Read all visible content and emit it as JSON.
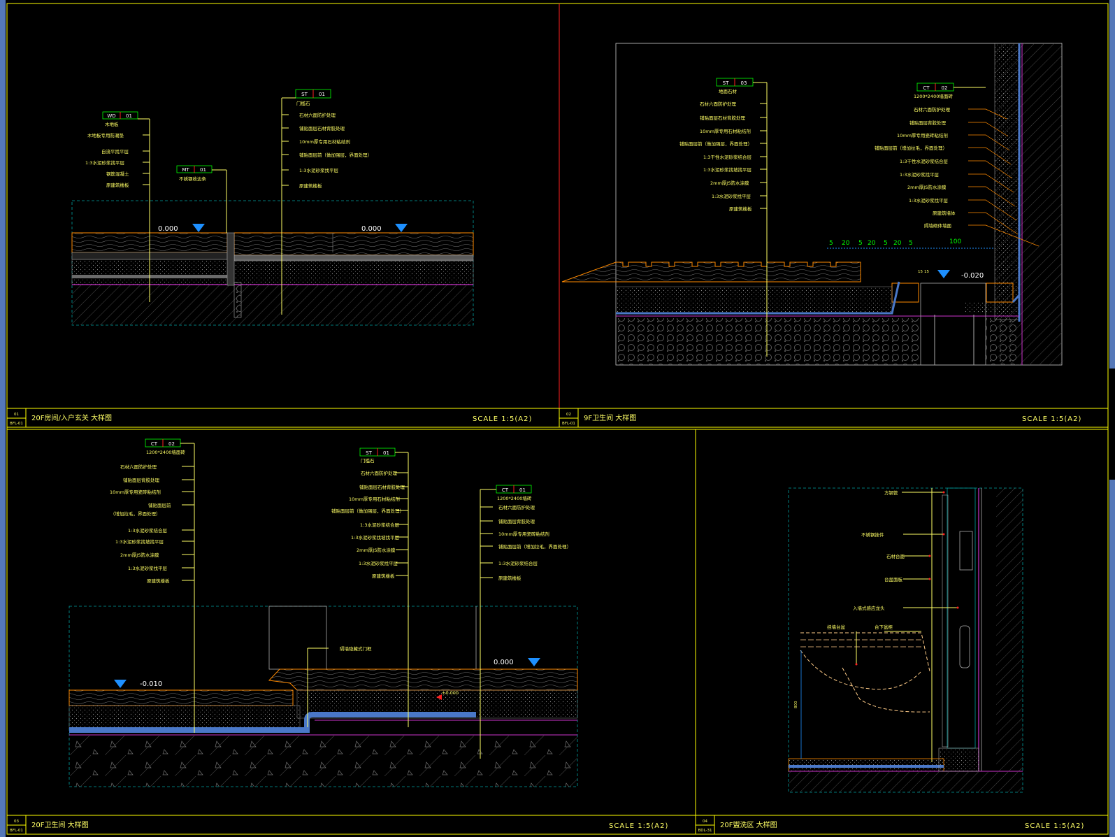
{
  "colors": {
    "frame": "#ffff00",
    "leader": "#ffff66",
    "hatch": "#8a8a8a",
    "dash": "#00a0a0",
    "orange": "#ff8a00",
    "magenta": "#cc33cc",
    "blue": "#4a78c8",
    "marker": "#1e90ff",
    "red": "#ff2020"
  },
  "panels": [
    {
      "id": "p1",
      "num": "01",
      "sheet": "BFL-01",
      "title": "20F房间/入户玄关 大样图",
      "scale": "SCALE  1:5(A2)"
    },
    {
      "id": "p2",
      "num": "02",
      "sheet": "BFL-01",
      "title": "9F卫生间 大样图",
      "scale": "SCALE  1:5(A2)"
    },
    {
      "id": "p3",
      "num": "03",
      "sheet": "BFL-01",
      "title": "20F卫生间 大样图",
      "scale": "SCALE  1:5(A2)"
    },
    {
      "id": "p4",
      "num": "04",
      "sheet": "BDL-31",
      "title": "20F盥洗区 大样图",
      "scale": "SCALE  1:5(A2)"
    }
  ],
  "p1": {
    "tag_wd": {
      "code": "WD",
      "num": "01",
      "name": "木地板"
    },
    "tag_mt": {
      "code": "MT",
      "num": "01",
      "name": "不锈钢收边条"
    },
    "tag_st": {
      "code": "ST",
      "num": "01",
      "name": "门槛石"
    },
    "left_notes": [
      "木地板专用防潮垫",
      "自流平找平层",
      "1:3水泥砂浆找平层",
      "钢筋混凝土",
      "原建筑楼板"
    ],
    "right_notes": [
      "石材六面防护处理",
      "铺贴面层石材背胶处理",
      "10mm厚专用石材粘结剂",
      "铺贴面层前（做加强层，界面处理）",
      "1:3水泥砂浆找平层",
      "原建筑楼板"
    ],
    "elev_left": "0.000",
    "elev_right": "0.000"
  },
  "p2": {
    "tag_st": {
      "code": "ST",
      "num": "03",
      "name": "地面石材"
    },
    "tag_ct": {
      "code": "CT",
      "num": "02",
      "name": "1200*2400墙面砖"
    },
    "floor_notes": [
      "石材六面防护处理",
      "铺贴面层石材背胶处理",
      "10mm厚专用石材粘结剂",
      "铺贴面层前（做加强层，界面处理）",
      "1:3干性水泥砂浆结合层",
      "1:3水泥砂浆找坡找平层",
      "2mm厚JS防水涂膜",
      "1:3水泥砂浆找平层",
      "原建筑楼板"
    ],
    "wall_notes": [
      "石材六面防护处理",
      "铺贴面层背胶处理",
      "10mm厚专用瓷砖粘结剂",
      "铺贴面层前（增加拉毛，界面处理）",
      "1:3干性水泥砂浆结合层",
      "1:3水泥砂浆找平层",
      "2mm厚JS防水涂膜",
      "1:3水泥砂浆找平层",
      "原建筑墙体",
      "隔墙砌体墙面"
    ],
    "dims": [
      "5",
      "20",
      "5",
      "20",
      "5",
      "20",
      "5",
      "100"
    ],
    "dim_side": [
      "15",
      "15"
    ],
    "elev": "-0.020"
  },
  "p3": {
    "tag_ct2": {
      "code": "CT",
      "num": "02",
      "name": "1200*2400墙面砖"
    },
    "tag_st": {
      "code": "ST",
      "num": "01",
      "name": "门槛石"
    },
    "tag_ct1": {
      "code": "CT",
      "num": "01",
      "name": "1200*2400墙砖"
    },
    "notes_a": [
      "石材六面防护处理",
      "铺贴面层背胶处理",
      "10mm厚专用瓷砖粘结剂",
      "铺贴面层前",
      "（增加拉毛，界面处理）",
      "1:3水泥砂浆结合层",
      "1:3水泥砂浆找坡找平层",
      "2mm厚JS防水涂膜",
      "1:3水泥砂浆找平层",
      "原建筑楼板"
    ],
    "notes_b": [
      "石材六面防护处理",
      "铺贴面层石材背胶处理",
      "10mm厚专用石材粘结剂",
      "铺贴面层前（做加强层，界面处理）",
      "1:3水泥砂浆结合层",
      "1:3水泥砂浆找坡找平层",
      "2mm厚JS防水涂膜",
      "1:3水泥砂浆找平层",
      "原建筑楼板"
    ],
    "notes_c": [
      "石材六面防护处理",
      "铺贴面层背胶处理",
      "10mm厚专用瓷砖粘结剂",
      "铺贴面层前（增加拉毛，界面处理）",
      "1:3水泥砂浆结合层",
      "原建筑楼板"
    ],
    "note_door": "隔墙隐藏式门框",
    "elev_left": "-0.010",
    "elev_right": "0.000",
    "elev_mid": "±0.000"
  },
  "p4": {
    "labels": [
      "方钢管",
      "不锈钢挂件",
      "石材台面",
      "台盆面板",
      "入墙式感应龙头",
      "挂墙台盆",
      "台下盆柜"
    ],
    "dim_height": "800"
  }
}
